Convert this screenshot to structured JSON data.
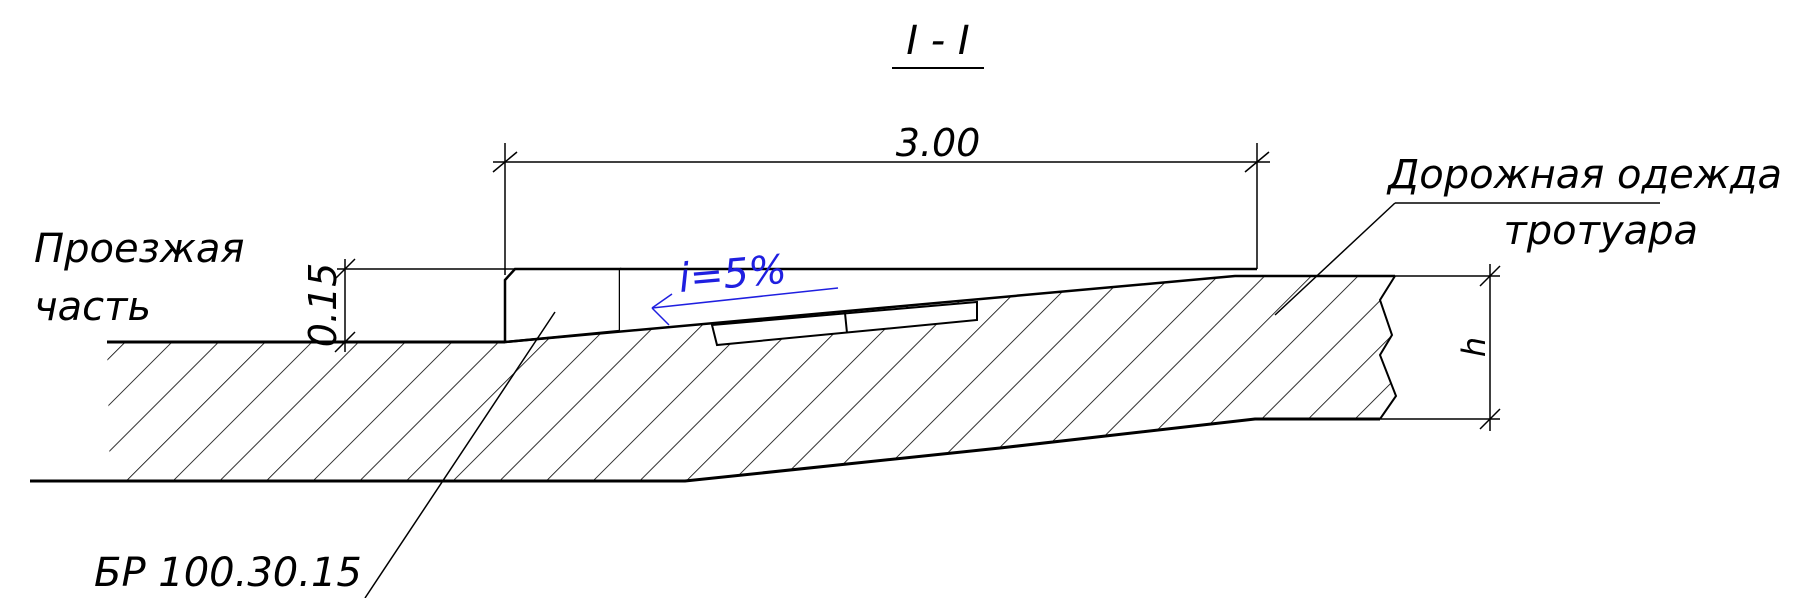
{
  "section": {
    "title": "I - I"
  },
  "dimensions": {
    "width": "3.00",
    "height": "0.15",
    "thickness": "h"
  },
  "slope": {
    "label": "i=5%"
  },
  "labels": {
    "roadway_line1": "Проезжая",
    "roadway_line2": "часть",
    "sidewalk_line1": "Дорожная одежда",
    "sidewalk_line2": "тротуара",
    "curb_mark": "БР 100.30.15"
  },
  "colors": {
    "line": "#000000",
    "slope_annotation": "#1f1fe0",
    "background": "#ffffff"
  }
}
